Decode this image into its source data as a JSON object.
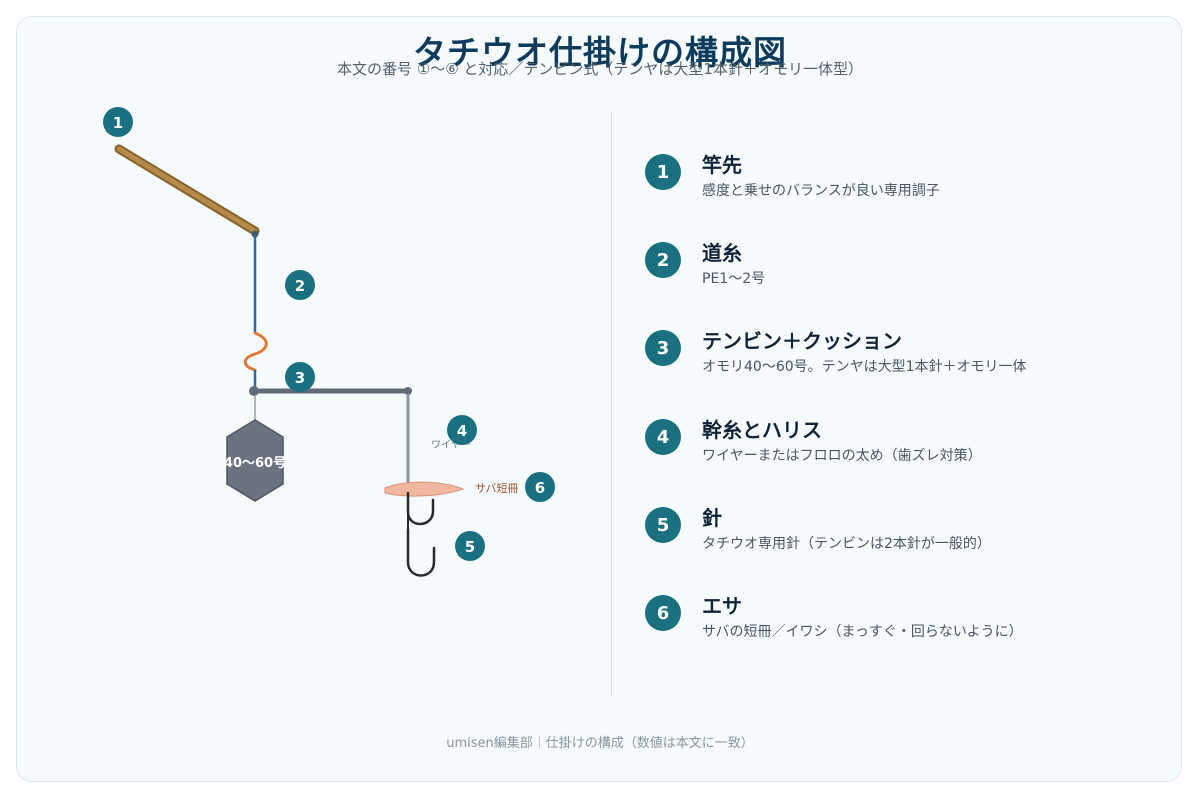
{
  "header": {
    "title": "タチウオ仕掛けの構成図",
    "subtitle": "本文の番号 ①〜⑥ と対応／テンビン式（テンヤは大型1本針＋オモリ一体型）"
  },
  "diagram": {
    "callouts": [
      "1",
      "2",
      "3",
      "4",
      "5",
      "6"
    ],
    "weight_label": "40〜60号",
    "wire_label": "ワイヤー",
    "bait_label": "サバ短冊",
    "colors": {
      "rod": "#a87c3e",
      "main_line": "#2b6aa3",
      "cushion": "#e07a3a",
      "tenbin": "#5f6b78",
      "weight": "#6b7280",
      "bait": "#f0b7a0",
      "hook": "#2a2a2a",
      "badge": "#1a6f80"
    }
  },
  "legend": {
    "items": [
      {
        "num": "1",
        "title": "竿先",
        "desc": "感度と乗せのバランスが良い専用調子"
      },
      {
        "num": "2",
        "title": "道糸",
        "desc": "PE1〜2号"
      },
      {
        "num": "3",
        "title": "テンビン＋クッション",
        "desc": "オモリ40〜60号。テンヤは大型1本針＋オモリ一体"
      },
      {
        "num": "4",
        "title": "幹糸とハリス",
        "desc": "ワイヤーまたはフロロの太め（歯ズレ対策）"
      },
      {
        "num": "5",
        "title": "針",
        "desc": "タチウオ専用針（テンビンは2本針が一般的）"
      },
      {
        "num": "6",
        "title": "エサ",
        "desc": "サバの短冊／イワシ（まっすぐ・回らないように）"
      }
    ]
  },
  "footer": {
    "text": "umisen編集部｜仕掛けの構成（数値は本文に一致）"
  }
}
